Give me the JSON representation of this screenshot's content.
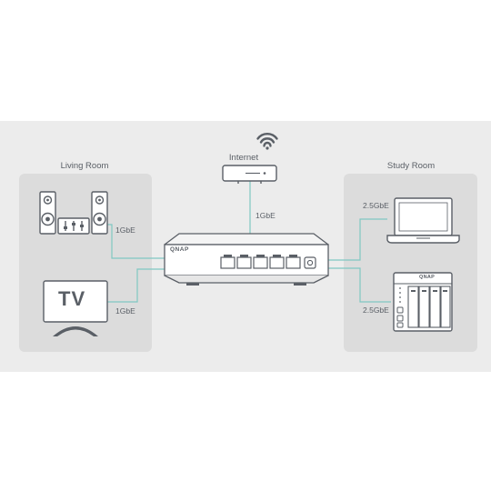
{
  "diagram": {
    "rooms": {
      "living": {
        "title": "Living Room"
      },
      "study": {
        "title": "Study Room"
      }
    },
    "internet": {
      "title": "Internet"
    },
    "switch": {
      "brand": "QNAP"
    },
    "links": {
      "router_switch": "1GbE",
      "speakers": "1GbE",
      "tv": "1GbE",
      "laptop": "2.5GbE",
      "nas": "2.5GbE"
    },
    "devices": {
      "tv_screen": "TV",
      "nas_brand": "QNAP"
    },
    "colors": {
      "background": "#ececec",
      "room_panel": "#dcdcdc",
      "wire": "#7fc7c2",
      "device_stroke": "#5a5f66",
      "device_fill": "#ffffff"
    }
  }
}
